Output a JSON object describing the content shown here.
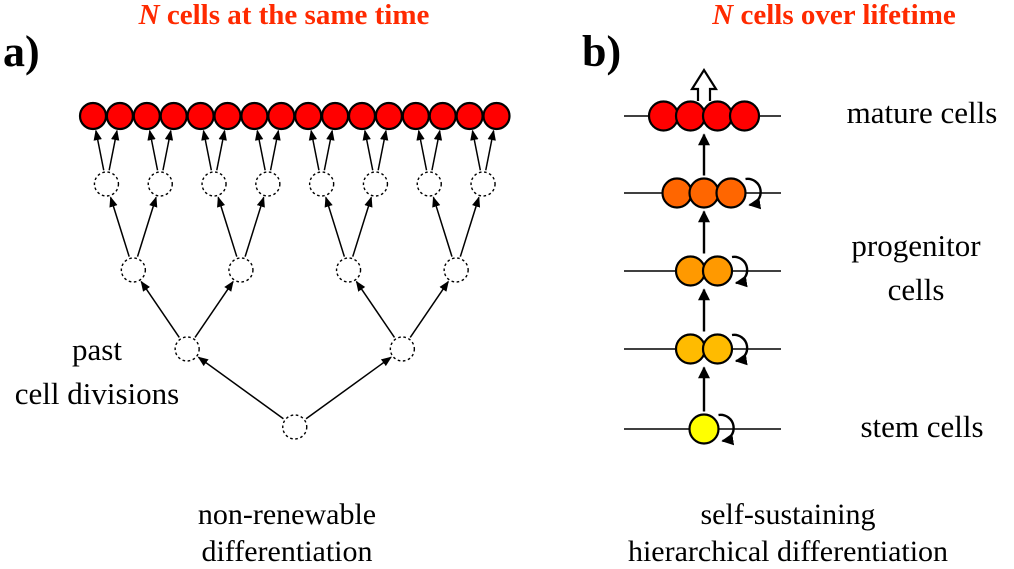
{
  "panel_a": {
    "letter": "a)",
    "title_var": "N",
    "title_rest": " cells at the same time",
    "annotation_line1": "past",
    "annotation_line2": "cell divisions",
    "caption_line1": "non-renewable",
    "caption_line2": "differentiation",
    "cell_color": "#ff0000",
    "mature_cell_count": 16,
    "tree_levels": 4
  },
  "panel_b": {
    "letter": "b)",
    "title_var": "N",
    "title_rest": " cells over lifetime",
    "label_mature": "mature cells",
    "label_progenitor_line1": "progenitor",
    "label_progenitor_line2": "cells",
    "label_stem": "stem cells",
    "caption_line1": "self-sustaining",
    "caption_line2": "hierarchical differentiation",
    "levels": [
      {
        "name": "mature",
        "cells": 4,
        "color": "#ff0000",
        "self_renewal": false
      },
      {
        "name": "progenitor-3",
        "cells": 3,
        "color": "#ff6600",
        "self_renewal": true
      },
      {
        "name": "progenitor-2",
        "cells": 2,
        "color": "#ff9900",
        "self_renewal": true
      },
      {
        "name": "progenitor-1",
        "cells": 2,
        "color": "#ffbb00",
        "self_renewal": true
      },
      {
        "name": "stem",
        "cells": 1,
        "color": "#ffff00",
        "self_renewal": true
      }
    ]
  }
}
